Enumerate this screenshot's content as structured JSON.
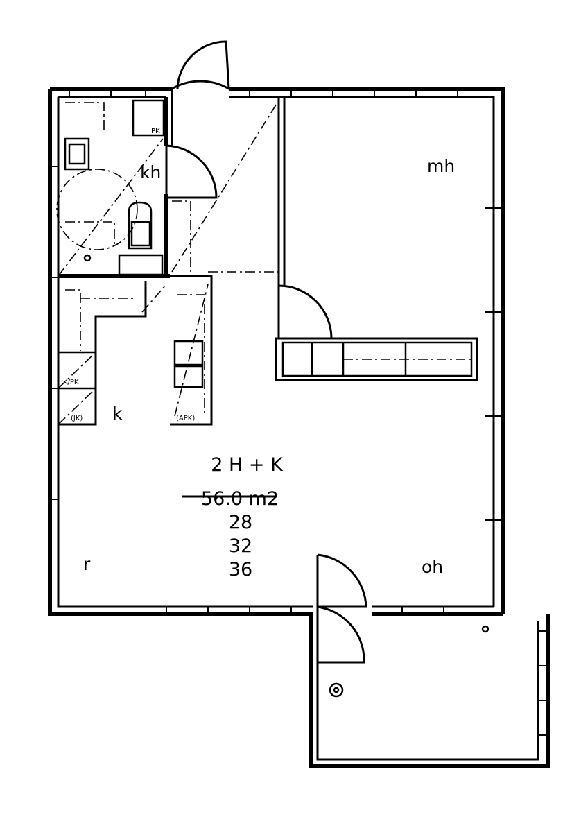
{
  "plan": {
    "rooms": {
      "bathroom": "kh",
      "kitchen": "k",
      "bedroom": "mh",
      "living": "oh",
      "closet": "r"
    },
    "fixture_labels": {
      "kitchen_cabinet": "JK/PK",
      "kitchen_cabinet_2": "(JK)",
      "kitchen_island": "(APK)",
      "bath_cabinet": "PK"
    },
    "apartment_type": "2 H + K",
    "area_struck": "56.0 m2",
    "units": [
      "28",
      "32",
      "36"
    ]
  }
}
